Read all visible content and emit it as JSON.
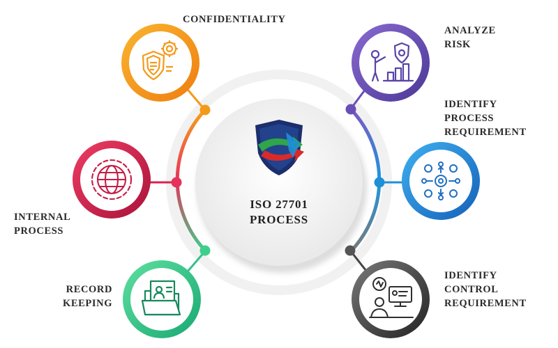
{
  "center": {
    "title": "ISO 27701",
    "subtitle": "PROCESS"
  },
  "nodes": [
    {
      "id": "confidentiality",
      "label": [
        "CONFIDENTIALITY"
      ],
      "color": "#f39a1b",
      "icon": "shield-gear-icon"
    },
    {
      "id": "analyze-risk",
      "label": [
        "ANALYZE",
        "RISK"
      ],
      "color": "#6a4fb6",
      "icon": "presentation-risk-icon"
    },
    {
      "id": "identify-process",
      "label": [
        "IDENTIFY",
        "PROCESS",
        "REQUIREMENT"
      ],
      "color": "#1f8fd6",
      "icon": "gears-network-icon"
    },
    {
      "id": "identify-control",
      "label": [
        "IDENTIFY",
        "CONTROL",
        "REQUIREMENT"
      ],
      "color": "#3a3a3a",
      "icon": "operator-monitor-icon"
    },
    {
      "id": "record-keeping",
      "label": [
        "RECORD",
        "KEEPING"
      ],
      "color": "#33c38a",
      "icon": "folder-record-icon"
    },
    {
      "id": "internal-process",
      "label": [
        "INTERNAL",
        "PROCESS"
      ],
      "color": "#d8244f",
      "icon": "globe-gear-icon"
    }
  ]
}
